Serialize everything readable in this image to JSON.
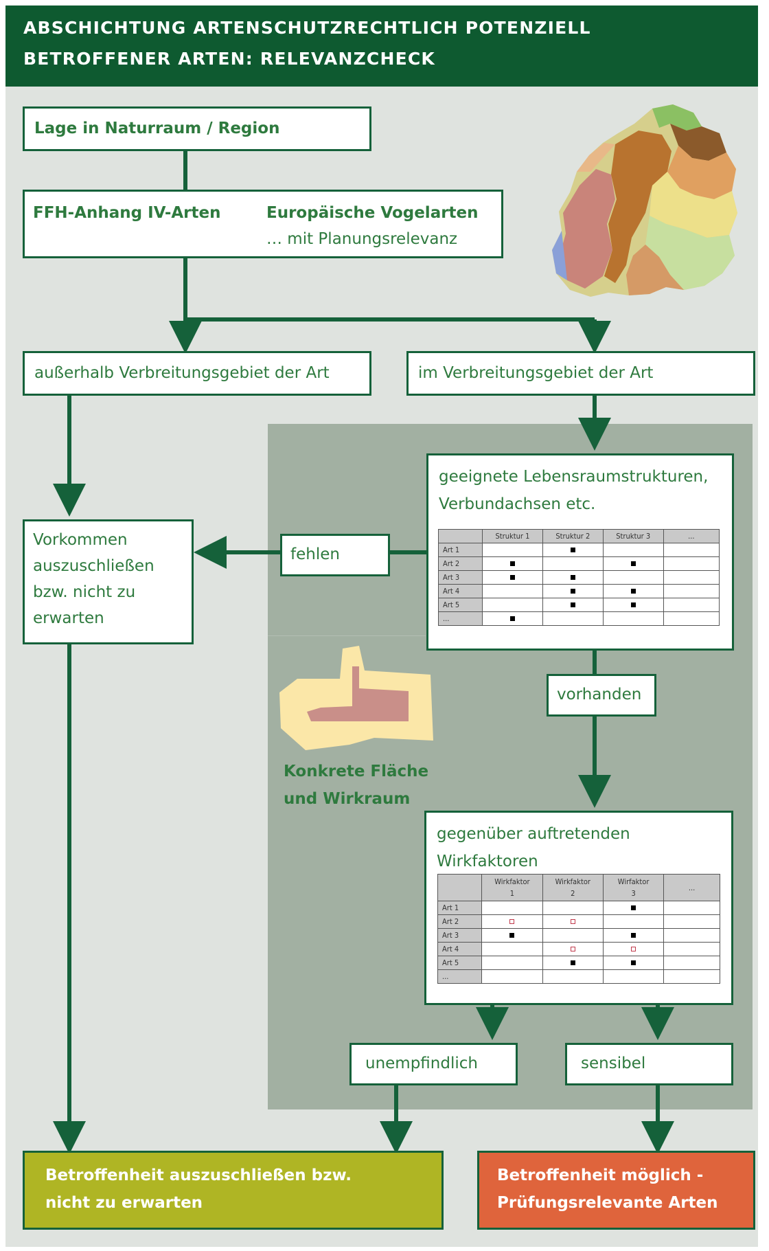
{
  "header": {
    "title_line1": "ABSCHICHTUNG ARTENSCHUTZRECHTLICH POTENZIELL",
    "title_line2": "BETROFFENER ARTEN: RELEVANZCHECK"
  },
  "nodes": {
    "lage": "Lage in Naturraum / Region",
    "ffh": "FFH-Anhang IV-Arten",
    "vogel": "Europäische Vogelarten",
    "vogel_sub": "… mit Planungsrelevanz",
    "ausserhalb": "außerhalb Verbreitungsgebiet der Art",
    "im": "im Verbreitungsgebiet der Art",
    "vorkommen_l1": "Vorkommen",
    "vorkommen_l2": "auszuschließen",
    "vorkommen_l3": "bzw. nicht zu",
    "vorkommen_l4": "erwarten",
    "fehlen": "fehlen",
    "lebensraum_l1": "geeignete Lebensraumstrukturen,",
    "lebensraum_l2": "Verbundachsen etc.",
    "vorhanden": "vorhanden",
    "wirk_l1": "gegenüber auftretenden",
    "wirk_l2": "Wirkfaktoren",
    "unempfindlich": "unempfindlich",
    "sensibel": "sensibel",
    "konkret_l1": "Konkrete Fläche",
    "konkret_l2": "und Wirkraum"
  },
  "results": {
    "green_l1": "Betroffenheit auszuschließen bzw.",
    "green_l2": "nicht zu erwarten",
    "red_l1": "Betroffenheit möglich -",
    "red_l2": "Prüfungsrelevante Arten"
  },
  "table1": {
    "headers": [
      "",
      "Struktur 1",
      "Struktur 2",
      "Struktur 3",
      "..."
    ],
    "rows": [
      {
        "label": "Art 1",
        "cells": [
          "",
          "x",
          "",
          ""
        ]
      },
      {
        "label": "Art 2",
        "cells": [
          "x",
          "",
          "x",
          ""
        ]
      },
      {
        "label": "Art 3",
        "cells": [
          "x",
          "x",
          "",
          ""
        ]
      },
      {
        "label": "Art 4",
        "cells": [
          "",
          "x",
          "x",
          ""
        ]
      },
      {
        "label": "Art 5",
        "cells": [
          "",
          "x",
          "x",
          ""
        ]
      },
      {
        "label": "...",
        "cells": [
          "x",
          "",
          "",
          ""
        ]
      }
    ]
  },
  "table2": {
    "headers": [
      {
        "l1": "",
        "l2": ""
      },
      {
        "l1": "Wirkfaktor",
        "l2": "1"
      },
      {
        "l1": "Wirkfaktor",
        "l2": "2"
      },
      {
        "l1": "Wirfaktor",
        "l2": "3"
      },
      {
        "l1": "...",
        "l2": ""
      }
    ],
    "rows": [
      {
        "label": "Art 1",
        "cells": [
          "",
          "",
          "x",
          ""
        ]
      },
      {
        "label": "Art 2",
        "cells": [
          "o",
          "o",
          "",
          ""
        ]
      },
      {
        "label": "Art 3",
        "cells": [
          "x",
          "",
          "x",
          ""
        ]
      },
      {
        "label": "Art 4",
        "cells": [
          "",
          "o",
          "o",
          ""
        ]
      },
      {
        "label": "Art 5",
        "cells": [
          "",
          "x",
          "x",
          ""
        ]
      },
      {
        "label": "...",
        "cells": [
          "",
          "",
          "",
          ""
        ]
      }
    ]
  },
  "colors": {
    "header_green": "#0e5a30",
    "line_green": "#15613a",
    "text_green": "#2e7a3e",
    "panel": "#a2b0a2",
    "result_green": "#afb524",
    "result_red": "#df643c"
  }
}
